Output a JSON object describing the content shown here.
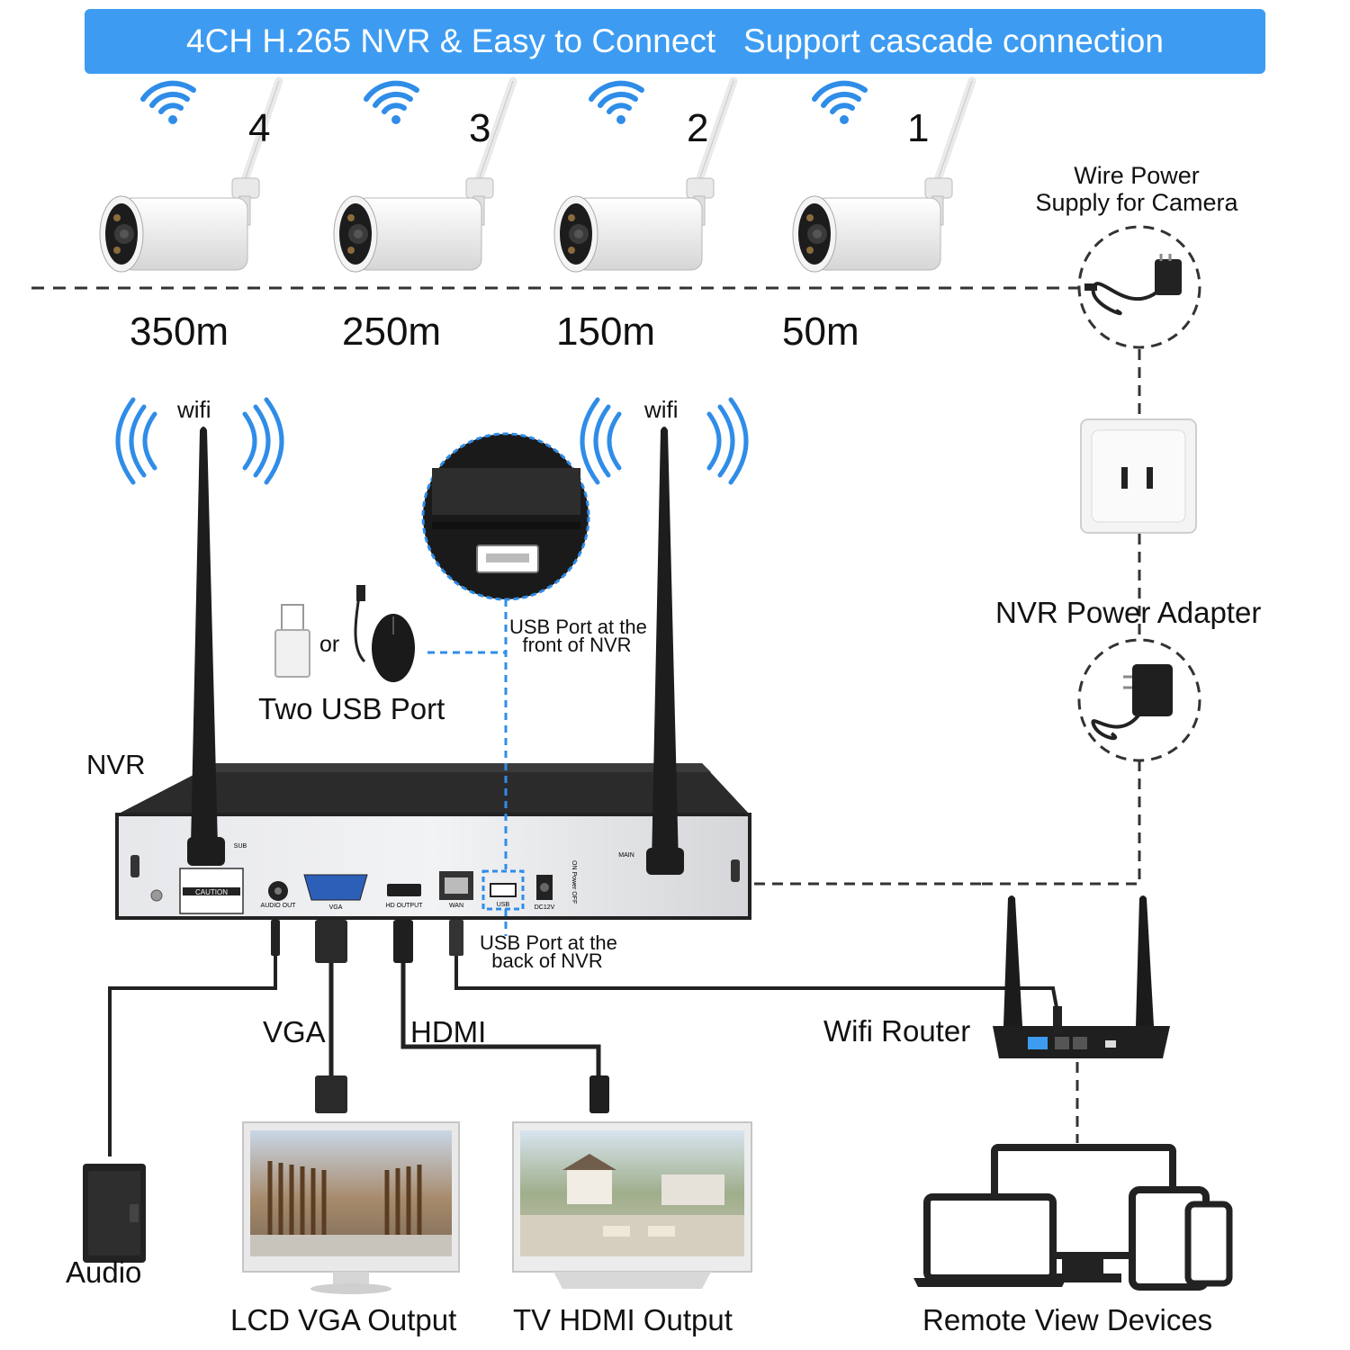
{
  "banner": {
    "text": "4CH H.265 NVR & Easy to Connect   Support cascade connection"
  },
  "cameras": [
    {
      "number": "4",
      "distance": "350m"
    },
    {
      "number": "3",
      "distance": "250m"
    },
    {
      "number": "2",
      "distance": "150m"
    },
    {
      "number": "1",
      "distance": "50m"
    }
  ],
  "power": {
    "camera_supply_line1": "Wire Power",
    "camera_supply_line2": "Supply for Camera",
    "nvr_adapter": "NVR Power Adapter"
  },
  "nvr": {
    "label": "NVR",
    "antenna_label": "wifi",
    "usb_front_line1": "USB Port at the",
    "usb_front_line2": "front of NVR",
    "usb_back_line1": "USB Port at the",
    "usb_back_line2": "back of NVR",
    "usb_devices_or": "or",
    "usb_devices_caption": "Two USB Port",
    "panel_labels": {
      "caution": "CAUTION",
      "audio_out": "AUDIO OUT",
      "vga": "VGA",
      "hdmi": "HD OUTPUT",
      "wan": "WAN",
      "usb": "USB",
      "dc": "DC12V",
      "sub": "SUB",
      "main": "MAIN",
      "power_switch": "ON Power OFF"
    }
  },
  "connections": {
    "vga": "VGA",
    "hdmi": "HDMI",
    "router": "Wifi Router"
  },
  "outputs": {
    "audio": "Audio",
    "lcd": "LCD VGA Output",
    "tv": "TV HDMI Output",
    "remote": "Remote View Devices"
  },
  "colors": {
    "accent_blue": "#3d9cf2",
    "line": "#333333",
    "nvr_body": "#2a2a2a",
    "panel": "#d8d9dc"
  }
}
